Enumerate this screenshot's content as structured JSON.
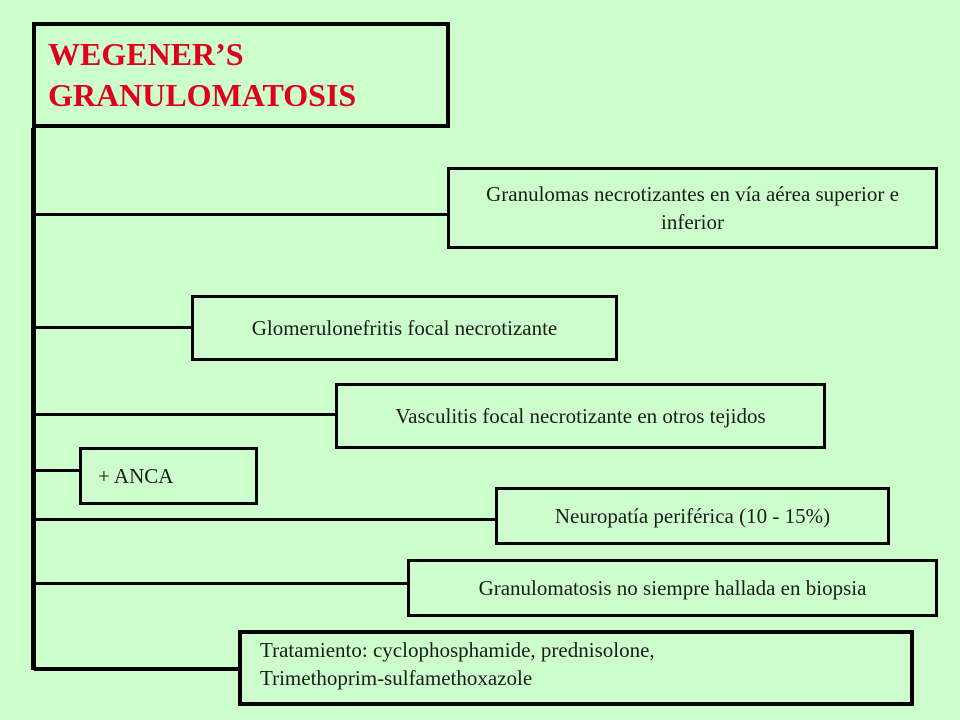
{
  "title": {
    "line1": "WEGENER’S",
    "line2": "GRANULOMATOSIS"
  },
  "boxes": {
    "granulomas": "Granulomas necrotizantes en vía aérea superior e inferior",
    "glomerulo": "Glomerulonefritis focal necrotizante",
    "vasculitis": "Vasculitis focal necrotizante en otros tejidos",
    "anca": "+ ANCA",
    "neuropatia": "Neuropatía periférica (10 - 15%)",
    "granulomatosis": "Granulomatosis no siempre hallada en biopsia"
  },
  "treatment": {
    "line1": "Tratamiento: cyclophosphamide, prednisolone,",
    "line2": "Trimethoprim-sulfamethoxazole"
  },
  "colors": {
    "background": "#ccffcc",
    "title": "#e0001b",
    "border": "#000000"
  }
}
